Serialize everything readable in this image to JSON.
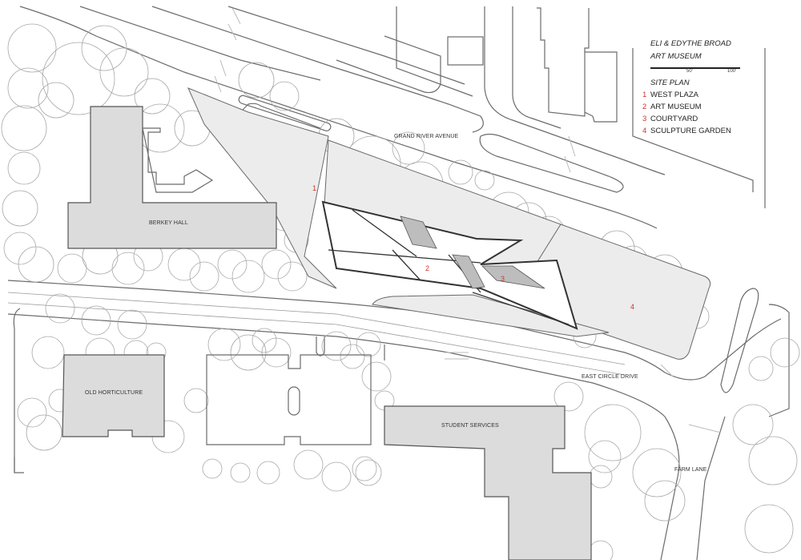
{
  "legend": {
    "title_line1": "ELI & EDYTHE BROAD",
    "title_line2": "ART MUSEUM",
    "scale": {
      "mid": "50'",
      "end": "100'"
    },
    "subtitle": "SITE PLAN",
    "items": [
      {
        "num": "1",
        "label": "WEST PLAZA"
      },
      {
        "num": "2",
        "label": "ART MUSEUM"
      },
      {
        "num": "3",
        "label": "COURTYARD"
      },
      {
        "num": "4",
        "label": "SCULPTURE GARDEN"
      }
    ]
  },
  "streets": {
    "grand_river": "GRAND RIVER AVENUE",
    "east_circle": "EAST CIRCLE DRIVE",
    "farm_lane": "FARM LANE"
  },
  "buildings": {
    "berkey": "BERKEY HALL",
    "old_hort": "OLD HORTICULTURE",
    "student_services": "STUDENT SERVICES"
  },
  "markers": {
    "m1": "1",
    "m2": "2",
    "m3": "3",
    "m4": "4"
  },
  "colors": {
    "marker": "#d2322d",
    "building_fill": "#dcdcdc",
    "plaza_fill": "#ececec"
  }
}
